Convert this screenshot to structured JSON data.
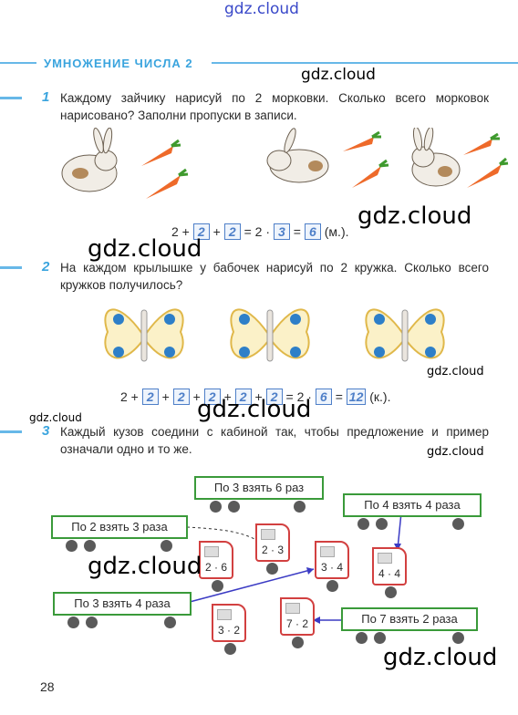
{
  "watermarks": {
    "top": "gdz.cloud",
    "w1": "gdz.cloud",
    "w2": "gdz.cloud",
    "w3": "gdz.cloud",
    "w4": "gdz.cloud",
    "w5": "gdz.cloud",
    "w6": "gdz.cloud",
    "w7": "gdz.cloud",
    "w8": "gdz.cloud",
    "w9": "gdz.cloud"
  },
  "page": {
    "title": "УМНОЖЕНИЕ ЧИСЛА 2",
    "page_number": "28"
  },
  "task1": {
    "number": "1",
    "text": "Каждому зайчику нарисуй по 2 морковки. Сколько всего морковок нарисовано? Заполни пропуски в записи.",
    "eq_start": "2 +",
    "b1": "2",
    "plus1": "+",
    "b2": "2",
    "eq_mid": "= 2 ·",
    "b3": "3",
    "eq_eq": "=",
    "b4": "6",
    "unit": "(м.)."
  },
  "task2": {
    "number": "2",
    "text": "На каждом крылышке у бабочек нарисуй по 2 кружка. Сколько всего кружков получилось?",
    "eq_start": "2 +",
    "b1": "2",
    "b2": "2",
    "b3": "2",
    "b4": "2",
    "b5": "2",
    "eq_mid": "= 2 ·",
    "b6": "6",
    "b7": "12",
    "unit": "(к.)."
  },
  "task3": {
    "number": "3",
    "text": "Каждый кузов соедини с кабиной так, чтобы предложение и пример означали одно и то же.",
    "bodies": [
      "По 3 взять 6 раз",
      "По 4 взять 4 раза",
      "По 2 взять 3 раза",
      "По 3 взять 4 раза",
      "По 7 взять 2 раза"
    ],
    "cabs": [
      "2 · 3",
      "2 · 6",
      "3 · 4",
      "4 · 4",
      "3 · 2",
      "7 · 2"
    ]
  },
  "colors": {
    "accent": "#3aa4de",
    "box": "#4e7fc8",
    "truck_body": "#3a9a3a",
    "cab": "#d24040",
    "arrow": "#3b3bc4"
  }
}
